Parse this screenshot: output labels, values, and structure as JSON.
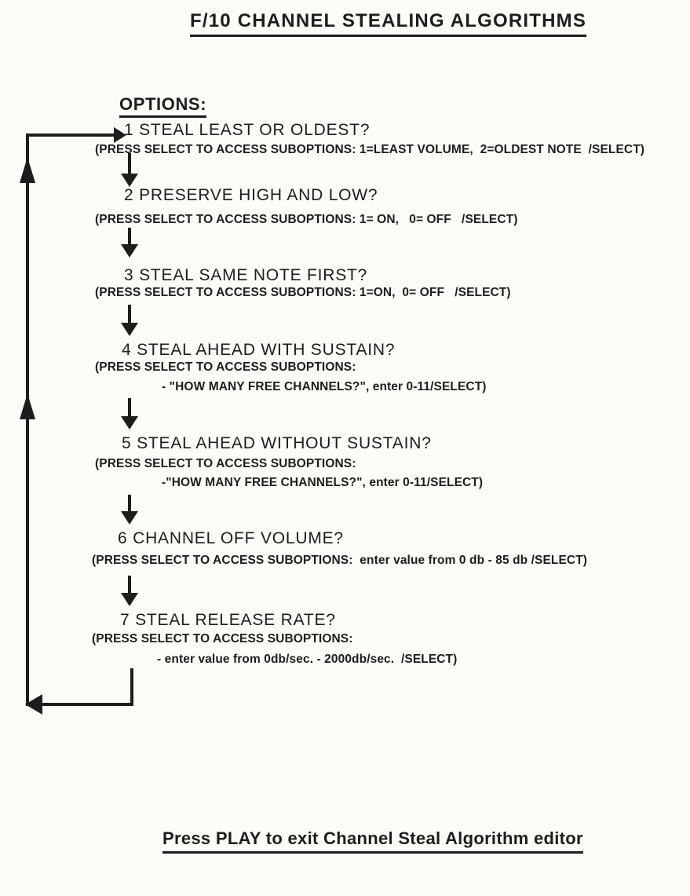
{
  "title": "F/10 CHANNEL STEALING ALGORITHMS",
  "options_heading": "OPTIONS:",
  "options": [
    {
      "label": "1 STEAL LEAST OR OLDEST?",
      "sub1": "(PRESS SELECT TO ACCESS SUBOPTIONS: 1=LEAST VOLUME,  2=OLDEST NOTE  /SELECT)"
    },
    {
      "label": "2 PRESERVE HIGH AND LOW?",
      "sub1": "(PRESS SELECT TO ACCESS SUBOPTIONS: 1= ON,   0= OFF   /SELECT)"
    },
    {
      "label": "3 STEAL SAME NOTE FIRST?",
      "sub1": "(PRESS SELECT TO ACCESS SUBOPTIONS: 1=ON,  0= OFF   /SELECT)"
    },
    {
      "label": "4 STEAL AHEAD WITH SUSTAIN?",
      "sub1": "(PRESS SELECT TO ACCESS SUBOPTIONS:",
      "sub2": "- \"HOW MANY FREE CHANNELS?\", enter 0-11/SELECT)"
    },
    {
      "label": "5 STEAL AHEAD WITHOUT SUSTAIN?",
      "sub1": "(PRESS SELECT TO ACCESS SUBOPTIONS:",
      "sub2": "-\"HOW MANY FREE CHANNELS?\", enter 0-11/SELECT)"
    },
    {
      "label": "6 CHANNEL OFF VOLUME?",
      "sub1": "(PRESS SELECT TO ACCESS SUBOPTIONS:  enter value from 0 db - 85 db /SELECT)"
    },
    {
      "label": "7 STEAL RELEASE RATE?",
      "sub1": "(PRESS SELECT TO ACCESS SUBOPTIONS:",
      "sub2": "- enter value from 0db/sec. - 2000db/sec.  /SELECT)"
    }
  ],
  "footer": "Press PLAY to exit Channel Steal Algorithm editor",
  "icons": {
    "down-arrow": "▼",
    "up-arrow": "▲",
    "left-arrow": "◀",
    "right-arrow": "▶"
  },
  "colors": {
    "ink": "#1d1d1b",
    "paper": "#fbfbf8"
  }
}
